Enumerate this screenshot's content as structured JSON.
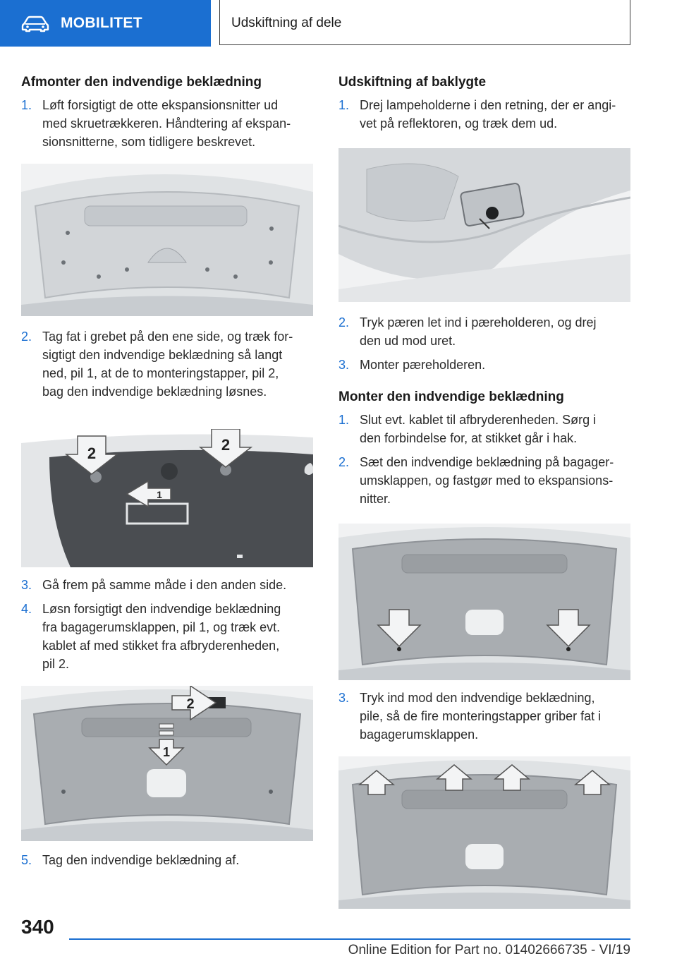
{
  "header": {
    "section": "MOBILITET",
    "chapter": "Udskiftning af dele"
  },
  "left": {
    "heading": "Afmonter den indvendige beklædning",
    "steps": [
      {
        "num": "1.",
        "lines": [
          "Løft forsigtigt de otte ekspansionsnitter ud",
          "med skruetrækkeren. Håndtering af ekspan‐",
          "sionsnitterne, som tidligere beskrevet."
        ]
      },
      {
        "num": "2.",
        "lines": [
          "Tag fat i grebet på den ene side, og træk for‐",
          "sigtigt den indvendige beklædning så langt",
          "ned, pil 1, at de to monteringstapper, pil 2,",
          "bag den indvendige beklædning løsnes."
        ]
      },
      {
        "num": "3.",
        "lines": [
          "Gå frem på samme måde i den anden side."
        ]
      },
      {
        "num": "4.",
        "lines": [
          "Løsn forsigtigt den indvendige beklædning",
          "fra bagagerumsklappen, pil 1, og træk evt.",
          "kablet af med stikket fra afbryderenheden,",
          "pil 2."
        ]
      },
      {
        "num": "5.",
        "lines": [
          "Tag den indvendige beklædning af."
        ]
      }
    ],
    "fig_labels": {
      "fig2_a": "2",
      "fig2_b": "2",
      "fig2_c": "1",
      "fig3_a": "2",
      "fig3_b": "1"
    }
  },
  "right": {
    "heading1": "Udskiftning af baklygte",
    "steps1": [
      {
        "num": "1.",
        "lines": [
          "Drej lampeholderne i den retning, der er angi‐",
          "vet på reflektoren, og træk dem ud."
        ]
      },
      {
        "num": "2.",
        "lines": [
          "Tryk pæren let ind i pæreholderen, og drej",
          "den ud mod uret."
        ]
      },
      {
        "num": "3.",
        "lines": [
          "Monter pæreholderen."
        ]
      }
    ],
    "heading2": "Monter den indvendige beklædning",
    "steps2": [
      {
        "num": "1.",
        "lines": [
          "Slut evt. kablet til afbryderenheden. Sørg i",
          "den forbindelse for, at stikket går i hak."
        ]
      },
      {
        "num": "2.",
        "lines": [
          "Sæt den indvendige beklædning på bagager‐",
          "umsklappen, og fastgør med to ekspansions‐",
          "nitter."
        ]
      },
      {
        "num": "3.",
        "lines": [
          "Tryk ind mod den indvendige beklædning,",
          "pile, så de fire monteringstapper griber fat i",
          "bagagerumsklappen."
        ]
      }
    ]
  },
  "footer": {
    "page": "340",
    "edition": "Online Edition for Part no. 01402666735 - VI/19"
  },
  "colors": {
    "accent": "#1b6fd1"
  }
}
